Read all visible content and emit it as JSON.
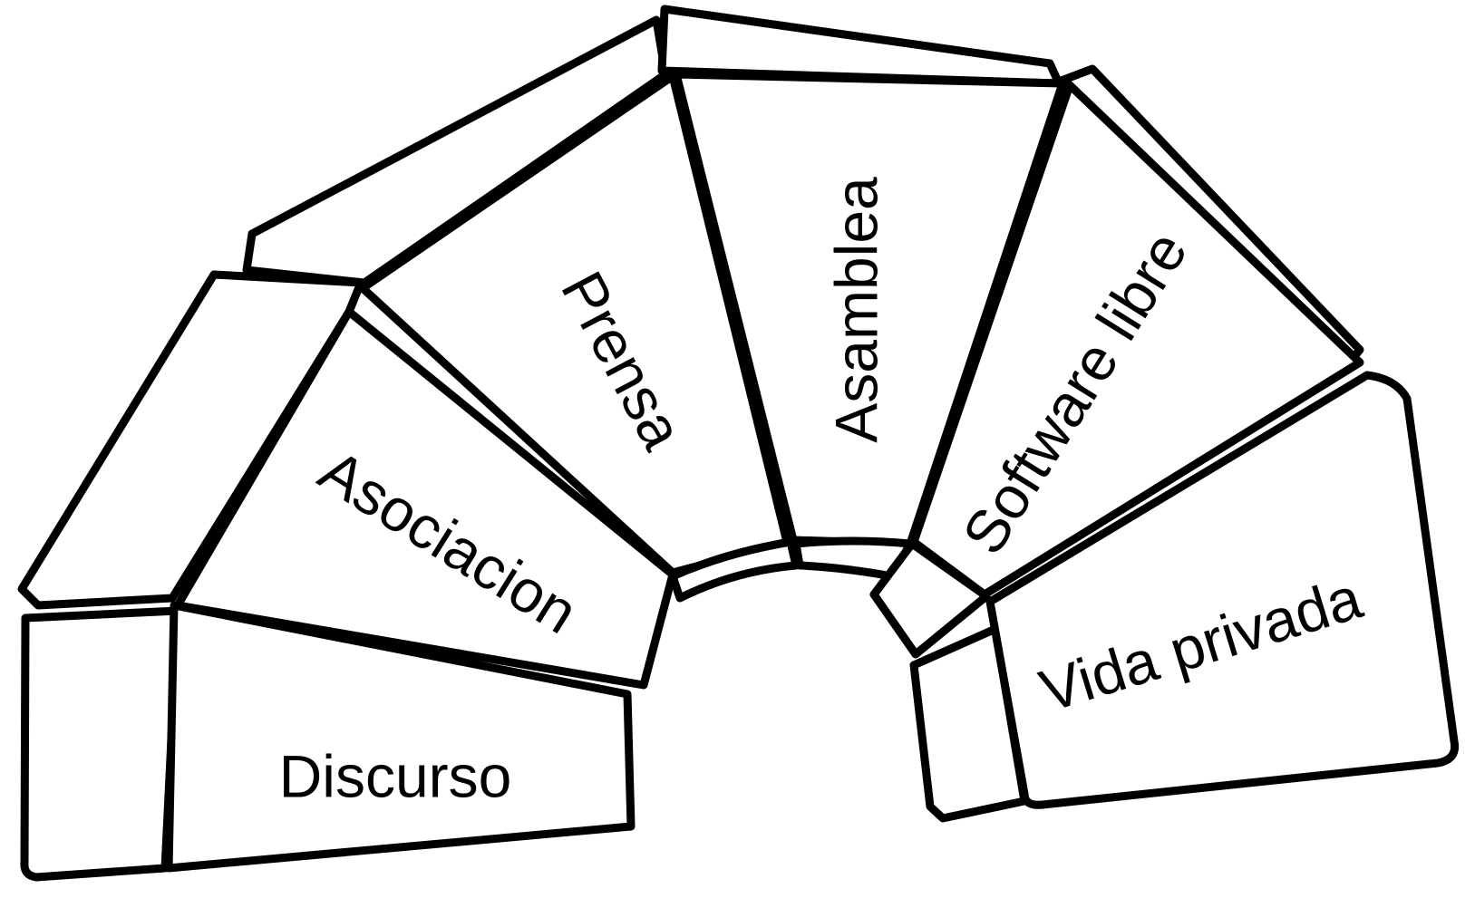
{
  "diagram": {
    "segments": [
      {
        "id": "discurso",
        "label": "Discurso"
      },
      {
        "id": "asociacion",
        "label": "Asociacion"
      },
      {
        "id": "prensa",
        "label": "Prensa"
      },
      {
        "id": "asamblea",
        "label": "Asamblea"
      },
      {
        "id": "software-libre",
        "label": "Software libre"
      },
      {
        "id": "vida-privada",
        "label": "Vida privada"
      }
    ],
    "stroke_color": "#000000",
    "fill_color": "#ffffff"
  }
}
